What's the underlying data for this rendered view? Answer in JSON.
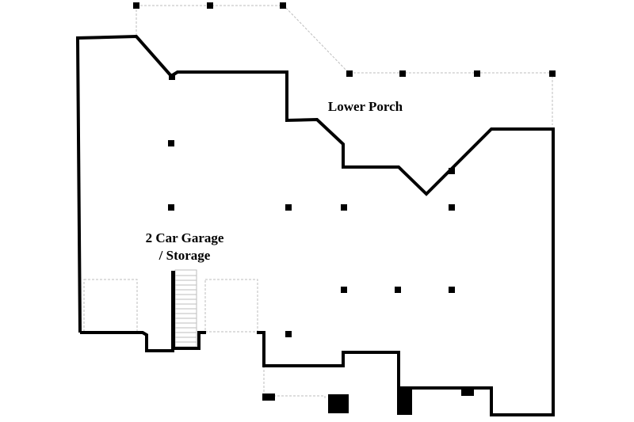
{
  "floor_plan": {
    "rooms": [
      {
        "id": "lower-porch",
        "lines": [
          "Lower Porch"
        ]
      },
      {
        "id": "garage",
        "lines": [
          "2 Car Garage",
          "/ Storage"
        ]
      }
    ],
    "colors": {
      "wall": "#000000",
      "outline": "#bdbdbd",
      "background": "#ffffff"
    }
  }
}
